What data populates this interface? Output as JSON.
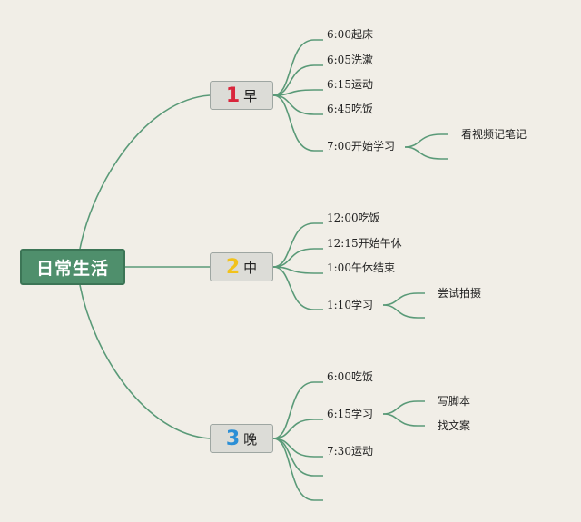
{
  "root": {
    "label": "日常生活"
  },
  "branches": [
    {
      "number": "1",
      "number_color": "#d9263c",
      "label": "早",
      "items": [
        {
          "label": "6:00起床",
          "children": []
        },
        {
          "label": "6:05洗漱",
          "children": []
        },
        {
          "label": "6:15运动",
          "children": []
        },
        {
          "label": "6:45吃饭",
          "children": []
        },
        {
          "label": "7:00开始学习",
          "children": [
            "看视频记笔记",
            ""
          ]
        }
      ]
    },
    {
      "number": "2",
      "number_color": "#f2c21b",
      "label": "中",
      "items": [
        {
          "label": "12:00吃饭",
          "children": []
        },
        {
          "label": "12:15开始午休",
          "children": []
        },
        {
          "label": "1:00午休结束",
          "children": []
        },
        {
          "label": "1:10学习",
          "children": [
            "尝试拍摄",
            ""
          ]
        }
      ]
    },
    {
      "number": "3",
      "number_color": "#2b8fd6",
      "label": "晚",
      "items": [
        {
          "label": "6:00吃饭",
          "children": []
        },
        {
          "label": "6:15学习",
          "children": [
            "写脚本",
            "找文案"
          ]
        },
        {
          "label": "7:30运动",
          "children": []
        },
        {
          "label": "",
          "children": []
        },
        {
          "label": "",
          "children": []
        }
      ]
    }
  ],
  "colors": {
    "line": "#5a9a78",
    "background": "#f1eee7"
  }
}
